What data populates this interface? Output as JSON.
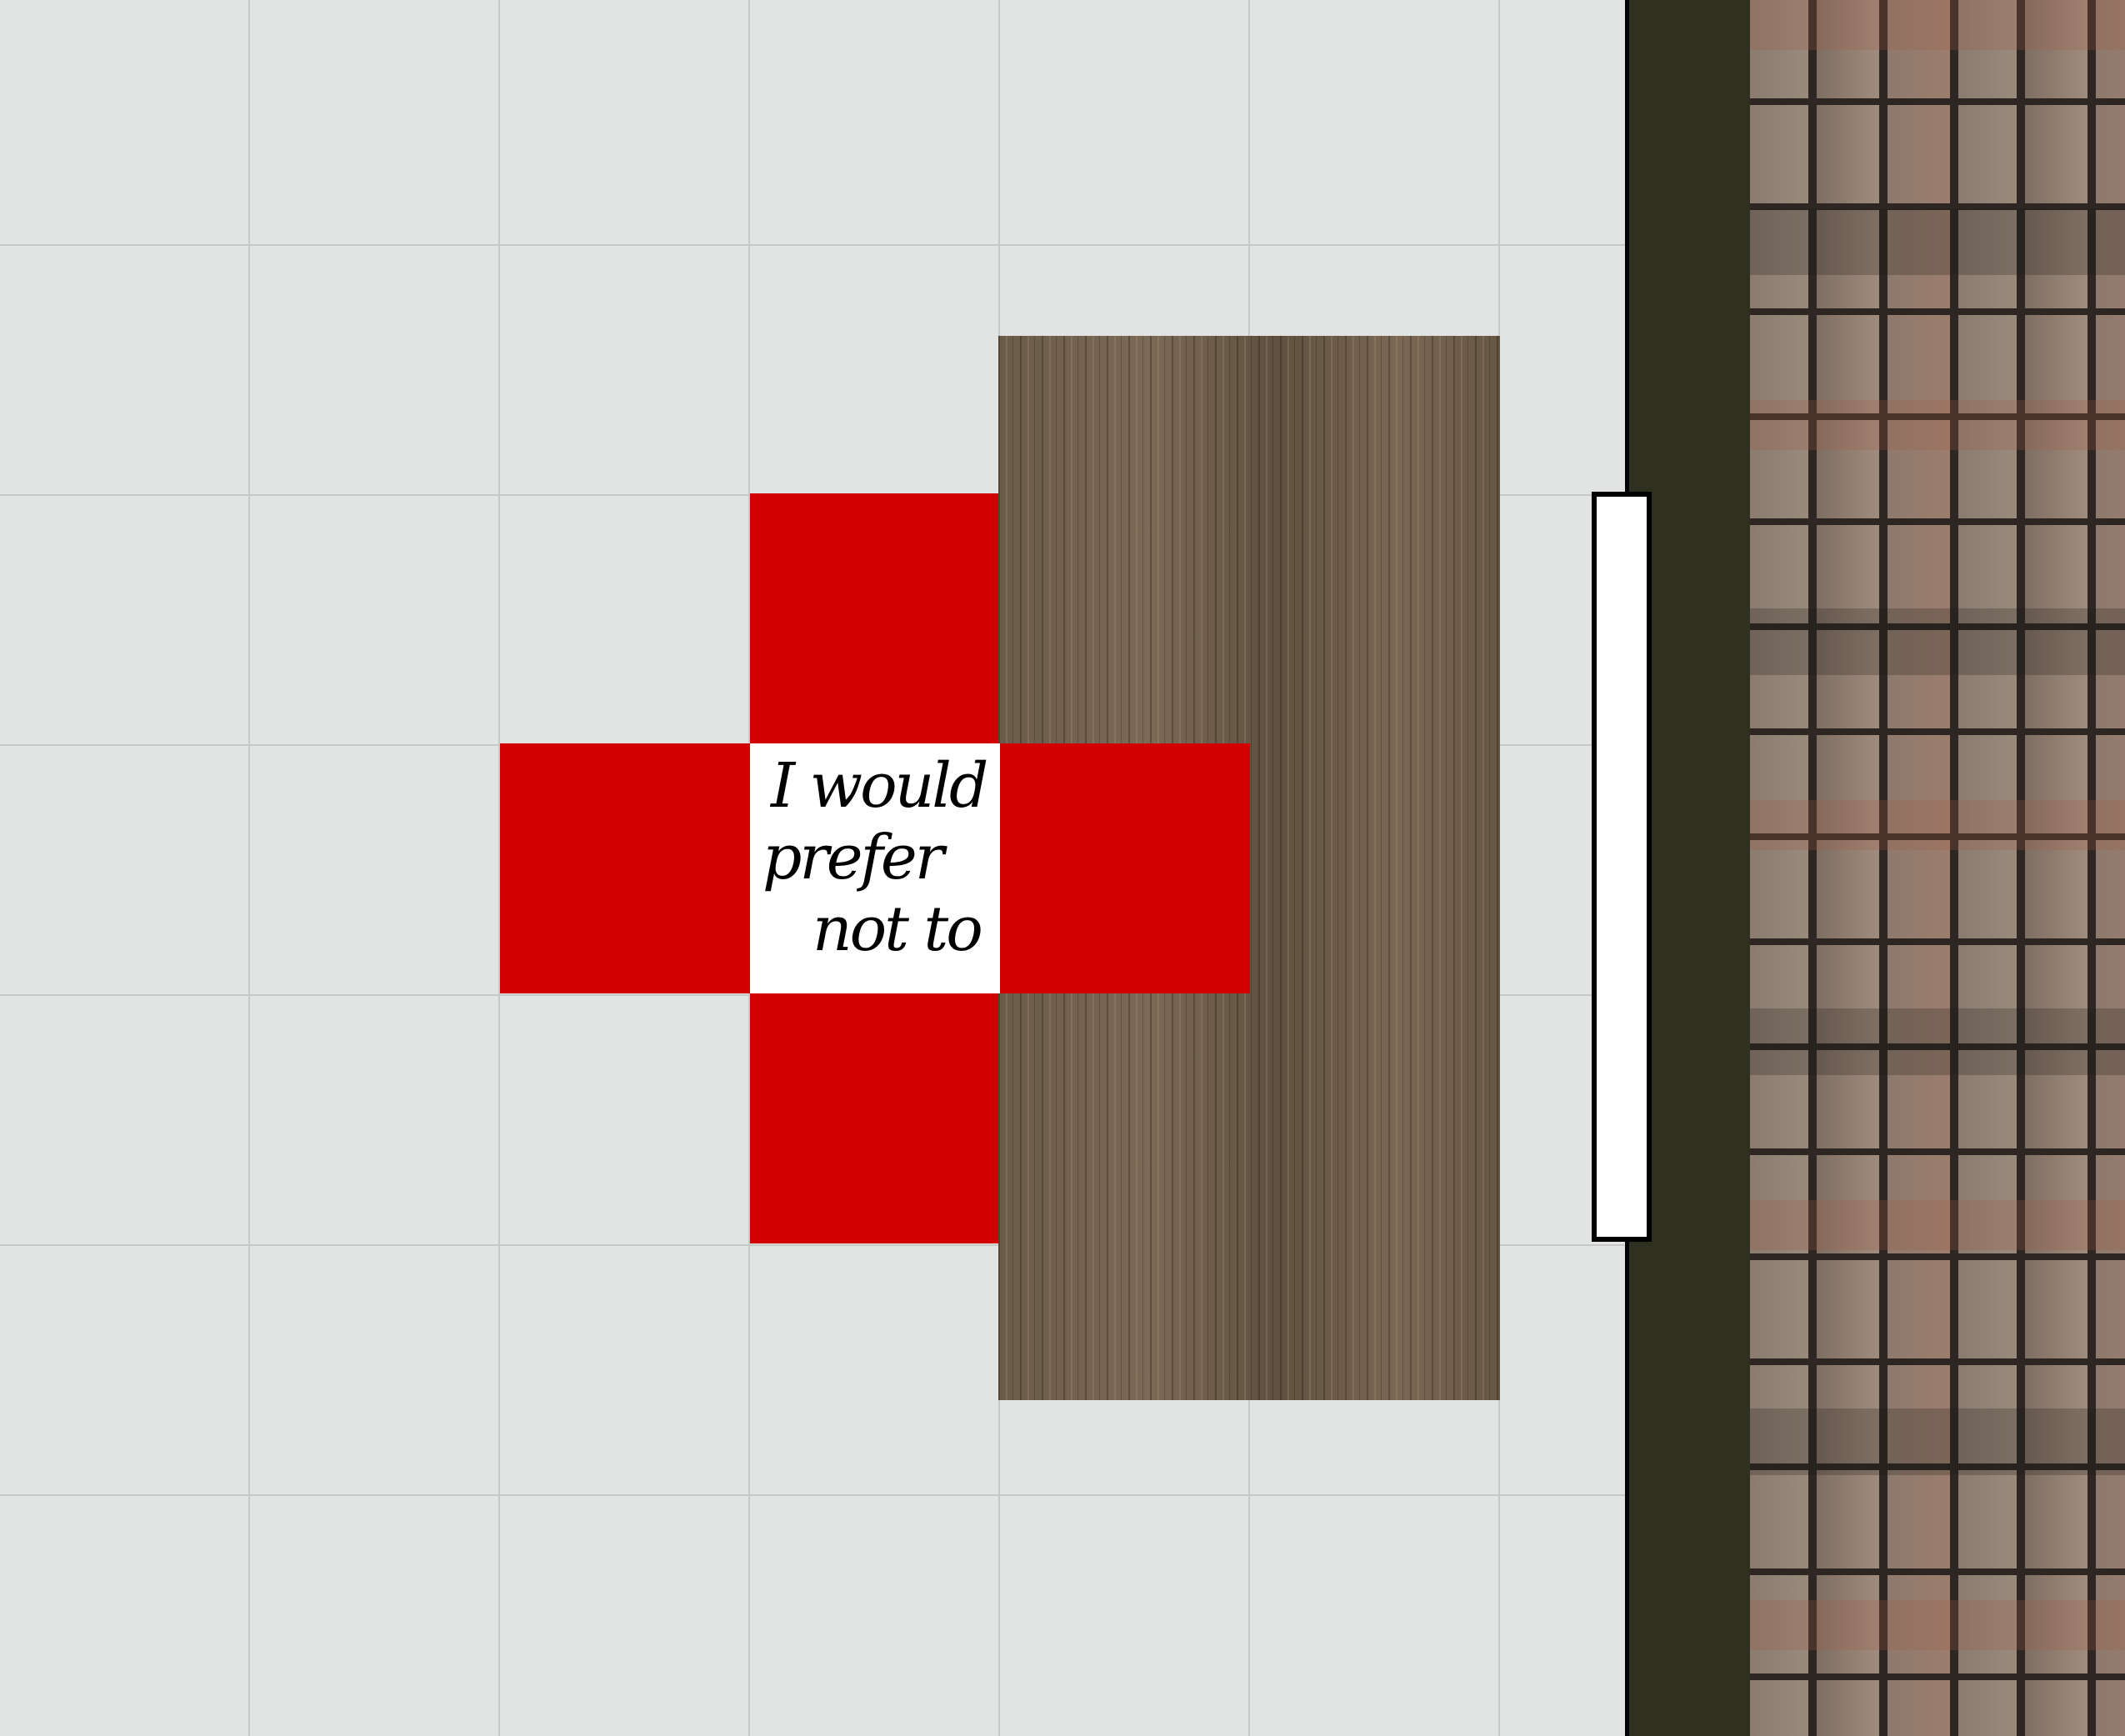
{
  "sign": {
    "lines": [
      "I would",
      "prefer",
      "not to"
    ]
  },
  "colors": {
    "floor": "#e2e4e3",
    "cross": "#d20000",
    "sign_background": "#ffffff",
    "wall": "#2f301f"
  }
}
